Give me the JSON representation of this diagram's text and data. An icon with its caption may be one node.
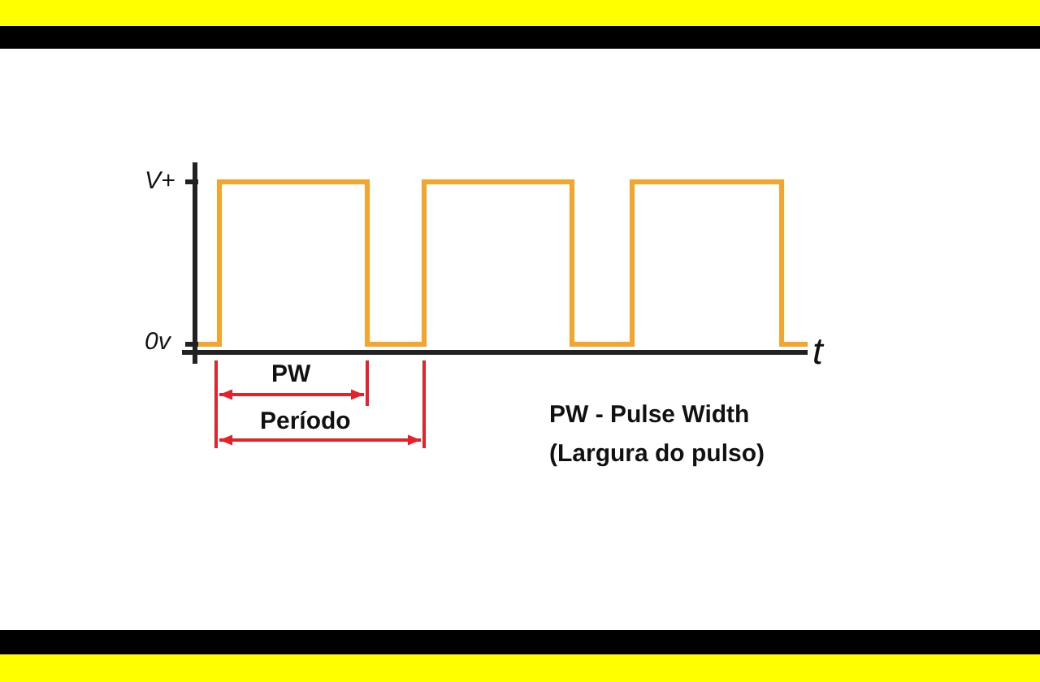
{
  "diagram": {
    "labels": [
      "V+",
      "0v",
      "t",
      "PW",
      "Período",
      "PW - Pulse Width (Largura do pulso)"
    ]
  }
}
